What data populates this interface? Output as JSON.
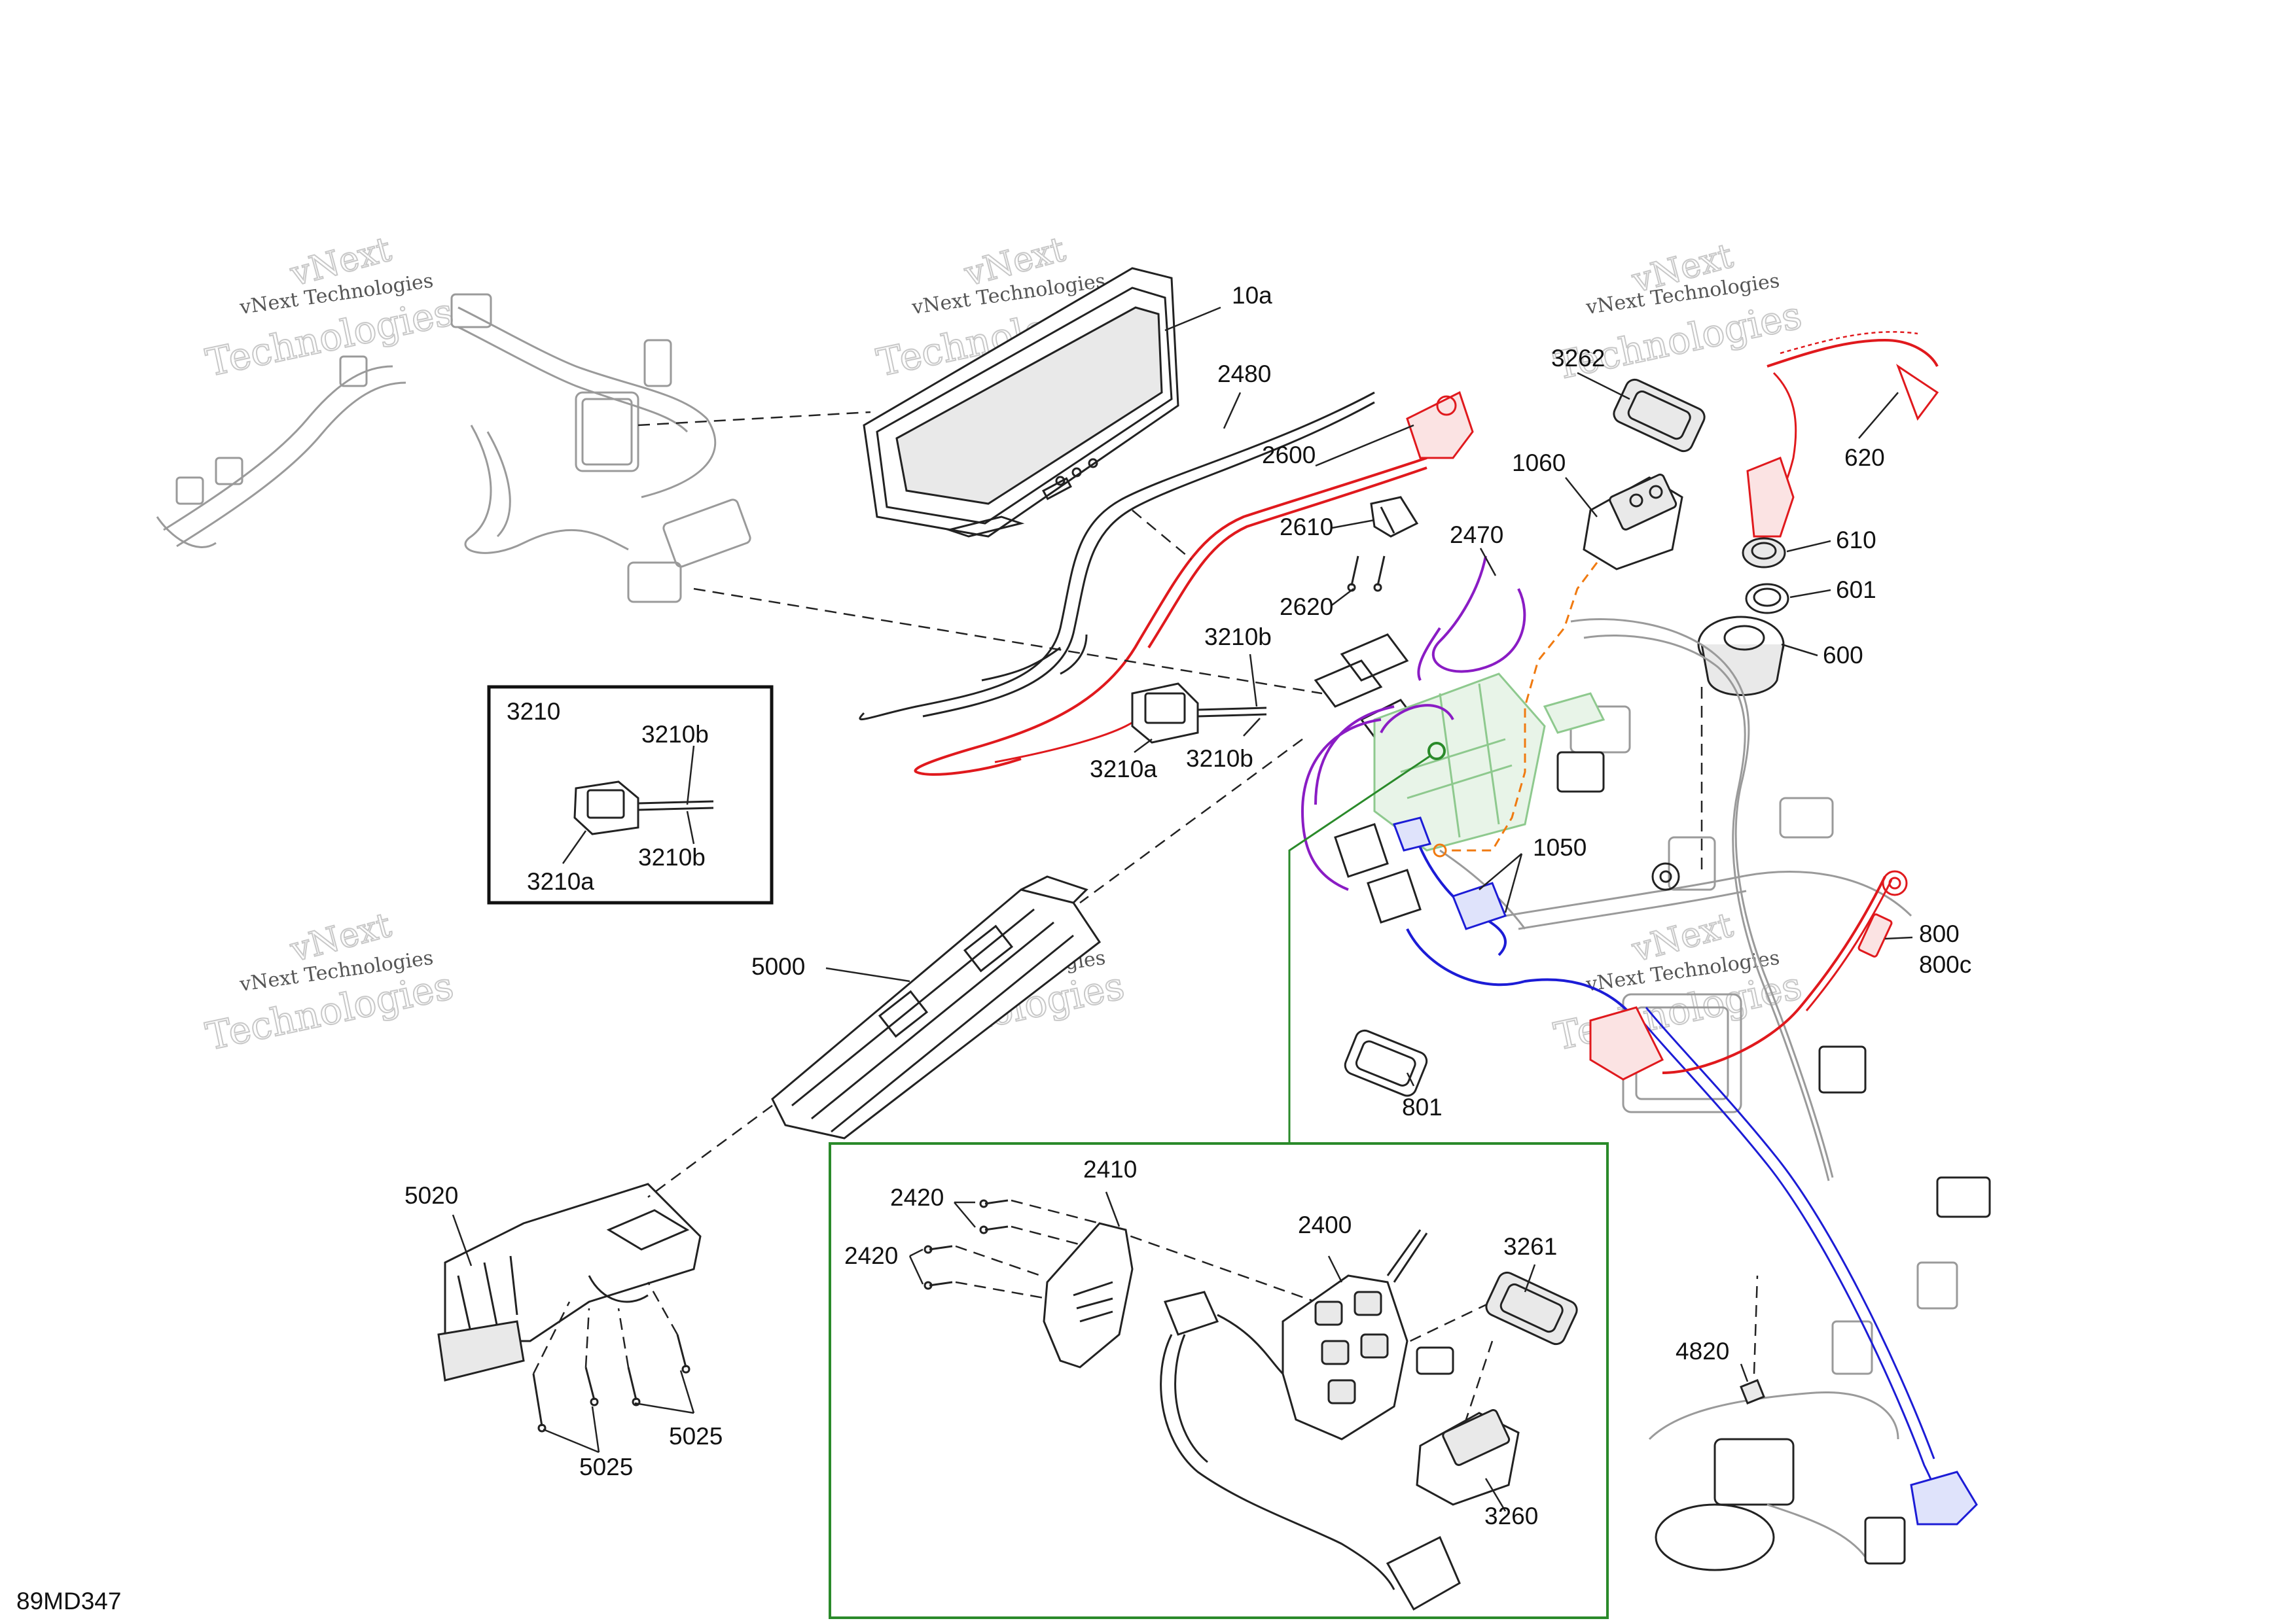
{
  "diagram": {
    "code": "89MD347",
    "watermark": {
      "line1": "vNext Technologies",
      "line2": "vNext",
      "line3": "Technologies"
    },
    "callouts": [
      {
        "id": "c-10a",
        "text": "10a"
      },
      {
        "id": "c-2480",
        "text": "2480"
      },
      {
        "id": "c-2600",
        "text": "2600"
      },
      {
        "id": "c-2610",
        "text": "2610"
      },
      {
        "id": "c-2620",
        "text": "2620"
      },
      {
        "id": "c-2470",
        "text": "2470"
      },
      {
        "id": "c-3262",
        "text": "3262"
      },
      {
        "id": "c-1060",
        "text": "1060"
      },
      {
        "id": "c-620",
        "text": "620"
      },
      {
        "id": "c-610",
        "text": "610"
      },
      {
        "id": "c-601",
        "text": "601"
      },
      {
        "id": "c-600",
        "text": "600"
      },
      {
        "id": "c-3210b-top",
        "text": "3210b"
      },
      {
        "id": "c-3210a-main",
        "text": "3210a"
      },
      {
        "id": "c-3210b-main",
        "text": "3210b"
      },
      {
        "id": "c-1050",
        "text": "1050"
      },
      {
        "id": "c-800",
        "text": "800"
      },
      {
        "id": "c-800c",
        "text": "800c"
      },
      {
        "id": "c-801",
        "text": "801"
      },
      {
        "id": "c-5000",
        "text": "5000"
      },
      {
        "id": "c-5020",
        "text": "5020"
      },
      {
        "id": "c-5025-a",
        "text": "5025"
      },
      {
        "id": "c-5025-b",
        "text": "5025"
      },
      {
        "id": "c-4820",
        "text": "4820"
      },
      {
        "id": "c-2410",
        "text": "2410"
      },
      {
        "id": "c-2420-a",
        "text": "2420"
      },
      {
        "id": "c-2420-b",
        "text": "2420"
      },
      {
        "id": "c-2400",
        "text": "2400"
      },
      {
        "id": "c-3261",
        "text": "3261"
      },
      {
        "id": "c-3260",
        "text": "3260"
      }
    ],
    "detail_box": {
      "title": "3210",
      "labels": {
        "upper": "3210b",
        "lower": "3210b",
        "connector": "3210a"
      }
    },
    "colors": {
      "red_harness": "#e0191d",
      "blue_harness": "#1c1cd6",
      "purple_harness": "#8a1cc4",
      "orange_dashed": "#f07a10",
      "green_detail": "#2a8a2a",
      "green_highlight": "#8ec98e",
      "ink": "#222222",
      "watermark": "#c8c8c8"
    }
  }
}
